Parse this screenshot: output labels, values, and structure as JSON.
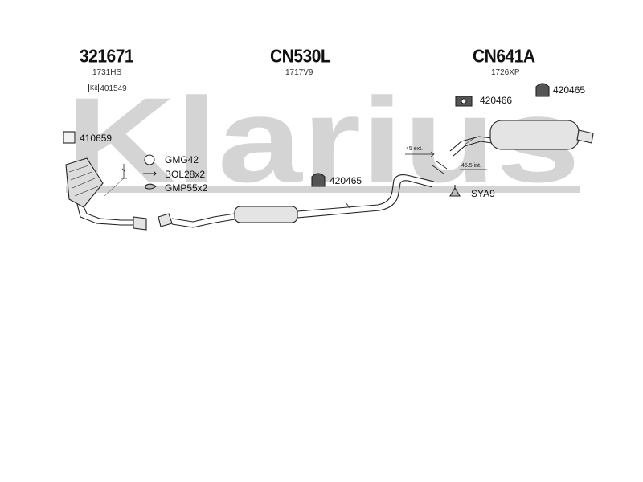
{
  "watermark": {
    "brand": "Klarius"
  },
  "groups": [
    {
      "code": "321671",
      "sub": "1731HS",
      "kit_label": "Kit",
      "kit_code": "401549"
    },
    {
      "code": "CN530L",
      "sub": "1717V9"
    },
    {
      "code": "CN641A",
      "sub": "1726XP"
    }
  ],
  "parts": {
    "p410659": "410659",
    "gmg42": "GMG42",
    "bol28": "BOL28x2",
    "gmp55": "GMP55x2",
    "p420465_mid": "420465",
    "p420466": "420466",
    "p420465_top": "420465",
    "sya9": "SYA9"
  },
  "dimensions": {
    "ext": "45 ext.",
    "int": "45.5 int."
  },
  "colors": {
    "watermark": "#d4d4d4",
    "line": "#222222",
    "part_fill": "#e4e4e4"
  }
}
